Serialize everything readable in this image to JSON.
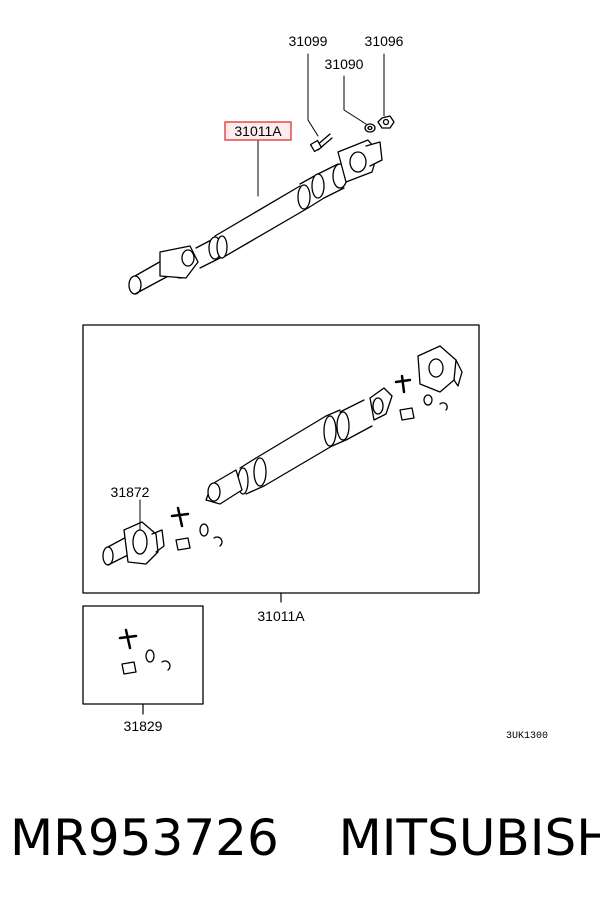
{
  "callouts": {
    "bolt": "31099",
    "washer": "31090",
    "nut": "31096",
    "shaft_highlighted": "31011A",
    "yoke_flange": "31872",
    "shaft_assembly": "31011A",
    "joint_kit": "31829"
  },
  "diagram_code": "3UK1300",
  "footer": {
    "part_number": "MR953726",
    "brand": "MITSUBISHI"
  },
  "colors": {
    "highlight_border": "#e8484a",
    "highlight_fill": "#fdecec",
    "ink": "#000000"
  }
}
